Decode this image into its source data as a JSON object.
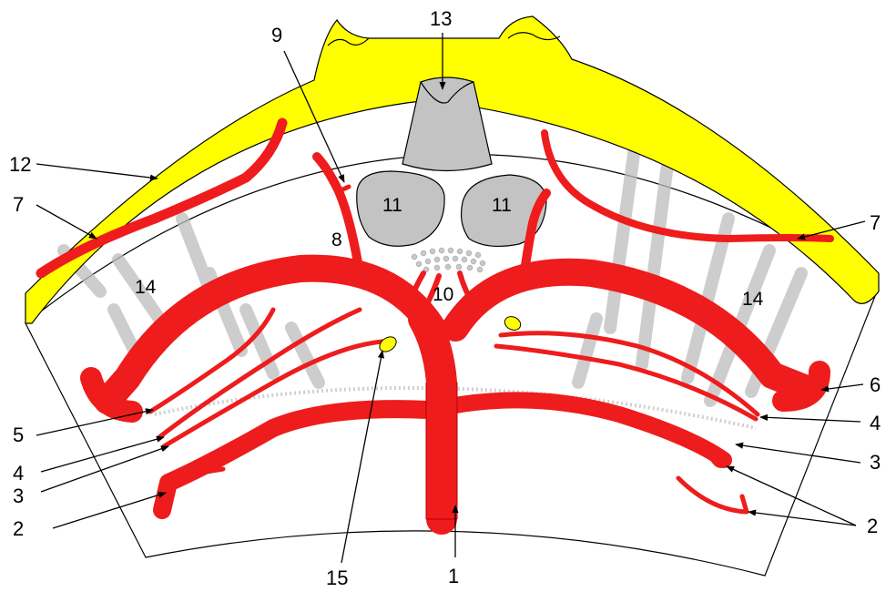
{
  "colors": {
    "artery": "#ee1c1c",
    "artery_edge": "#b80000",
    "tendon": "#ffff00",
    "bone": "#c3c3c3",
    "muscle_stripe": "#bdbdbd",
    "outline": "#000000",
    "background": "#ffffff"
  },
  "labels": {
    "l1": "1",
    "l2_left": "2",
    "l2_right": "2",
    "l3_left": "3",
    "l3_right": "3",
    "l4_left": "4",
    "l4_right": "4",
    "l5": "5",
    "l6": "6",
    "l7_left": "7",
    "l7_right": "7",
    "l8": "8",
    "l9": "9",
    "l10": "10",
    "l11_left": "11",
    "l11_right": "11",
    "l12": "12",
    "l13": "13",
    "l14_left": "14",
    "l14_right": "14",
    "l15": "15"
  }
}
